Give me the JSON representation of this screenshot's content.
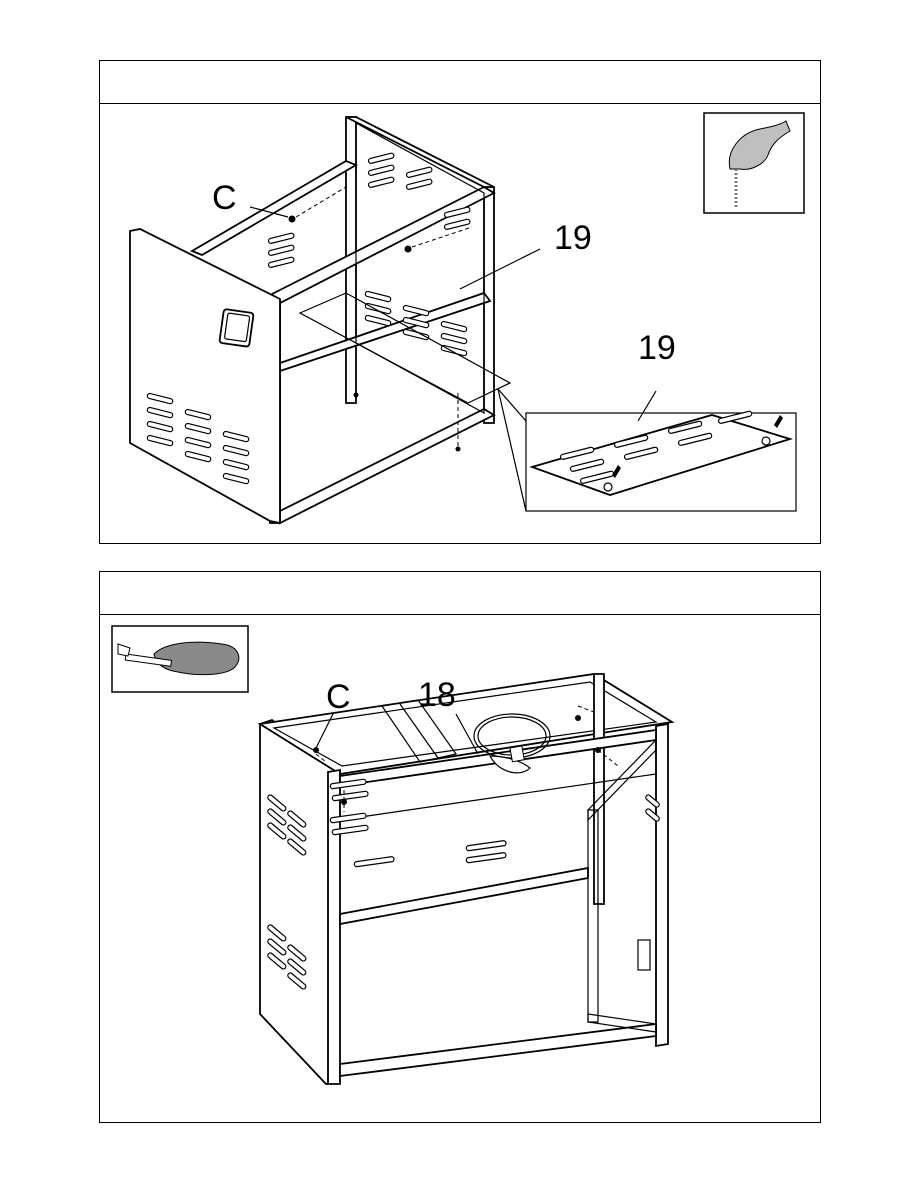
{
  "steps": [
    {
      "header_text": "",
      "callouts": {
        "hardware": "C",
        "part": "19",
        "detail_part": "19"
      },
      "tool_icon": "hand-tighten-icon"
    },
    {
      "header_text": "",
      "callouts": {
        "hardware": "C",
        "part": "18"
      },
      "tool_icon": "wrench-icon"
    }
  ]
}
